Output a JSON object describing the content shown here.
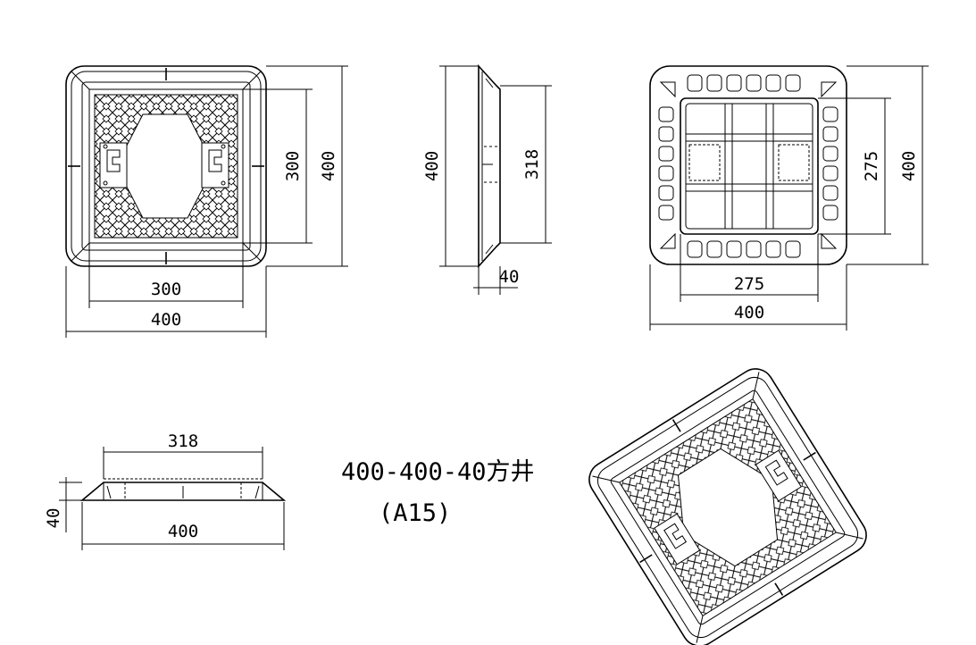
{
  "title": {
    "line1": "400-400-40方井",
    "line2": "(A15)"
  },
  "top_view": {
    "inner_width": "300",
    "outer_width": "400",
    "inner_height": "300",
    "outer_height": "400"
  },
  "side_view": {
    "height": "400",
    "inner_height": "318",
    "thickness": "40"
  },
  "bottom_view": {
    "inner_width": "275",
    "outer_width": "400",
    "inner_height": "275",
    "outer_height": "400"
  },
  "front_view": {
    "inner_width": "318",
    "outer_width": "400",
    "thickness": "40"
  }
}
